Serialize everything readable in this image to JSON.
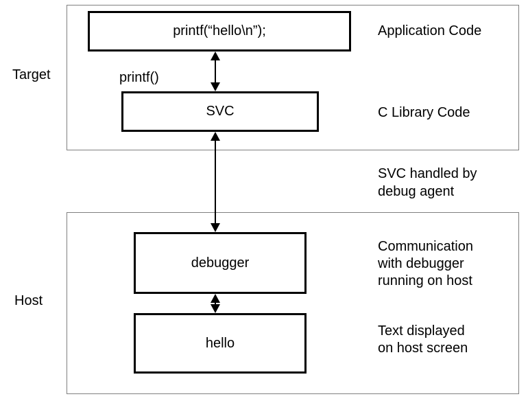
{
  "diagram": {
    "type": "semihosting-flow",
    "colors": {
      "background": "#ffffff",
      "node_border": "#000000",
      "container_border": "#7f7f7f",
      "text": "#000000"
    },
    "target": {
      "section_label": "Target",
      "app_box_label": "printf(“hello\\n”);",
      "app_side_note": "Application Code",
      "printf_annotation": "printf()",
      "svc_box_label": "SVC",
      "svc_side_note": "C Library Code"
    },
    "between_note": "SVC handled by\ndebug agent",
    "host": {
      "section_label": "Host",
      "debugger_box_label": "debugger",
      "debugger_side_note": "Communication\nwith debugger\nrunning on host",
      "hello_box_label": "hello",
      "hello_side_note": "Text displayed\non host screen"
    },
    "arrows": [
      {
        "name": "app-to-svc",
        "direction": "bidirectional"
      },
      {
        "name": "svc-to-debugger",
        "direction": "bidirectional"
      },
      {
        "name": "debugger-to-hello",
        "direction": "bidirectional"
      }
    ]
  }
}
